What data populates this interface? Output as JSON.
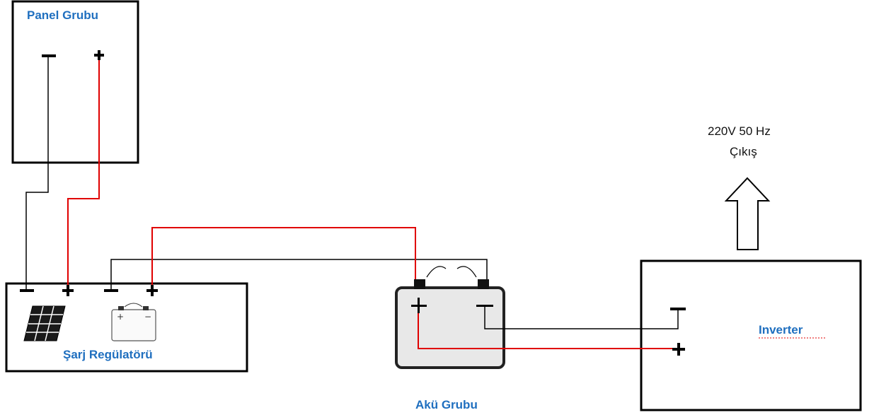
{
  "colors": {
    "label_blue": "#1f6fbf",
    "wire_red": "#e00000",
    "wire_black": "#000000",
    "battery_fill": "#e8e8e8"
  },
  "panel_group": {
    "title": "Panel Grubu",
    "minus": "−",
    "plus": "+"
  },
  "charge_regulator": {
    "title": "Şarj Regülatörü",
    "panel_minus": "−",
    "panel_plus": "+",
    "battery_minus": "−",
    "battery_plus": "+",
    "icons": [
      "solar-panel-icon",
      "battery-icon"
    ]
  },
  "battery_group": {
    "title": "Akü Grubu",
    "plus": "+",
    "minus": "−"
  },
  "inverter": {
    "title": "Inverter",
    "minus": "−",
    "plus": "+"
  },
  "output": {
    "line1": "220V 50 Hz",
    "line2": "Çıkış",
    "icon": "arrow-up-icon"
  }
}
